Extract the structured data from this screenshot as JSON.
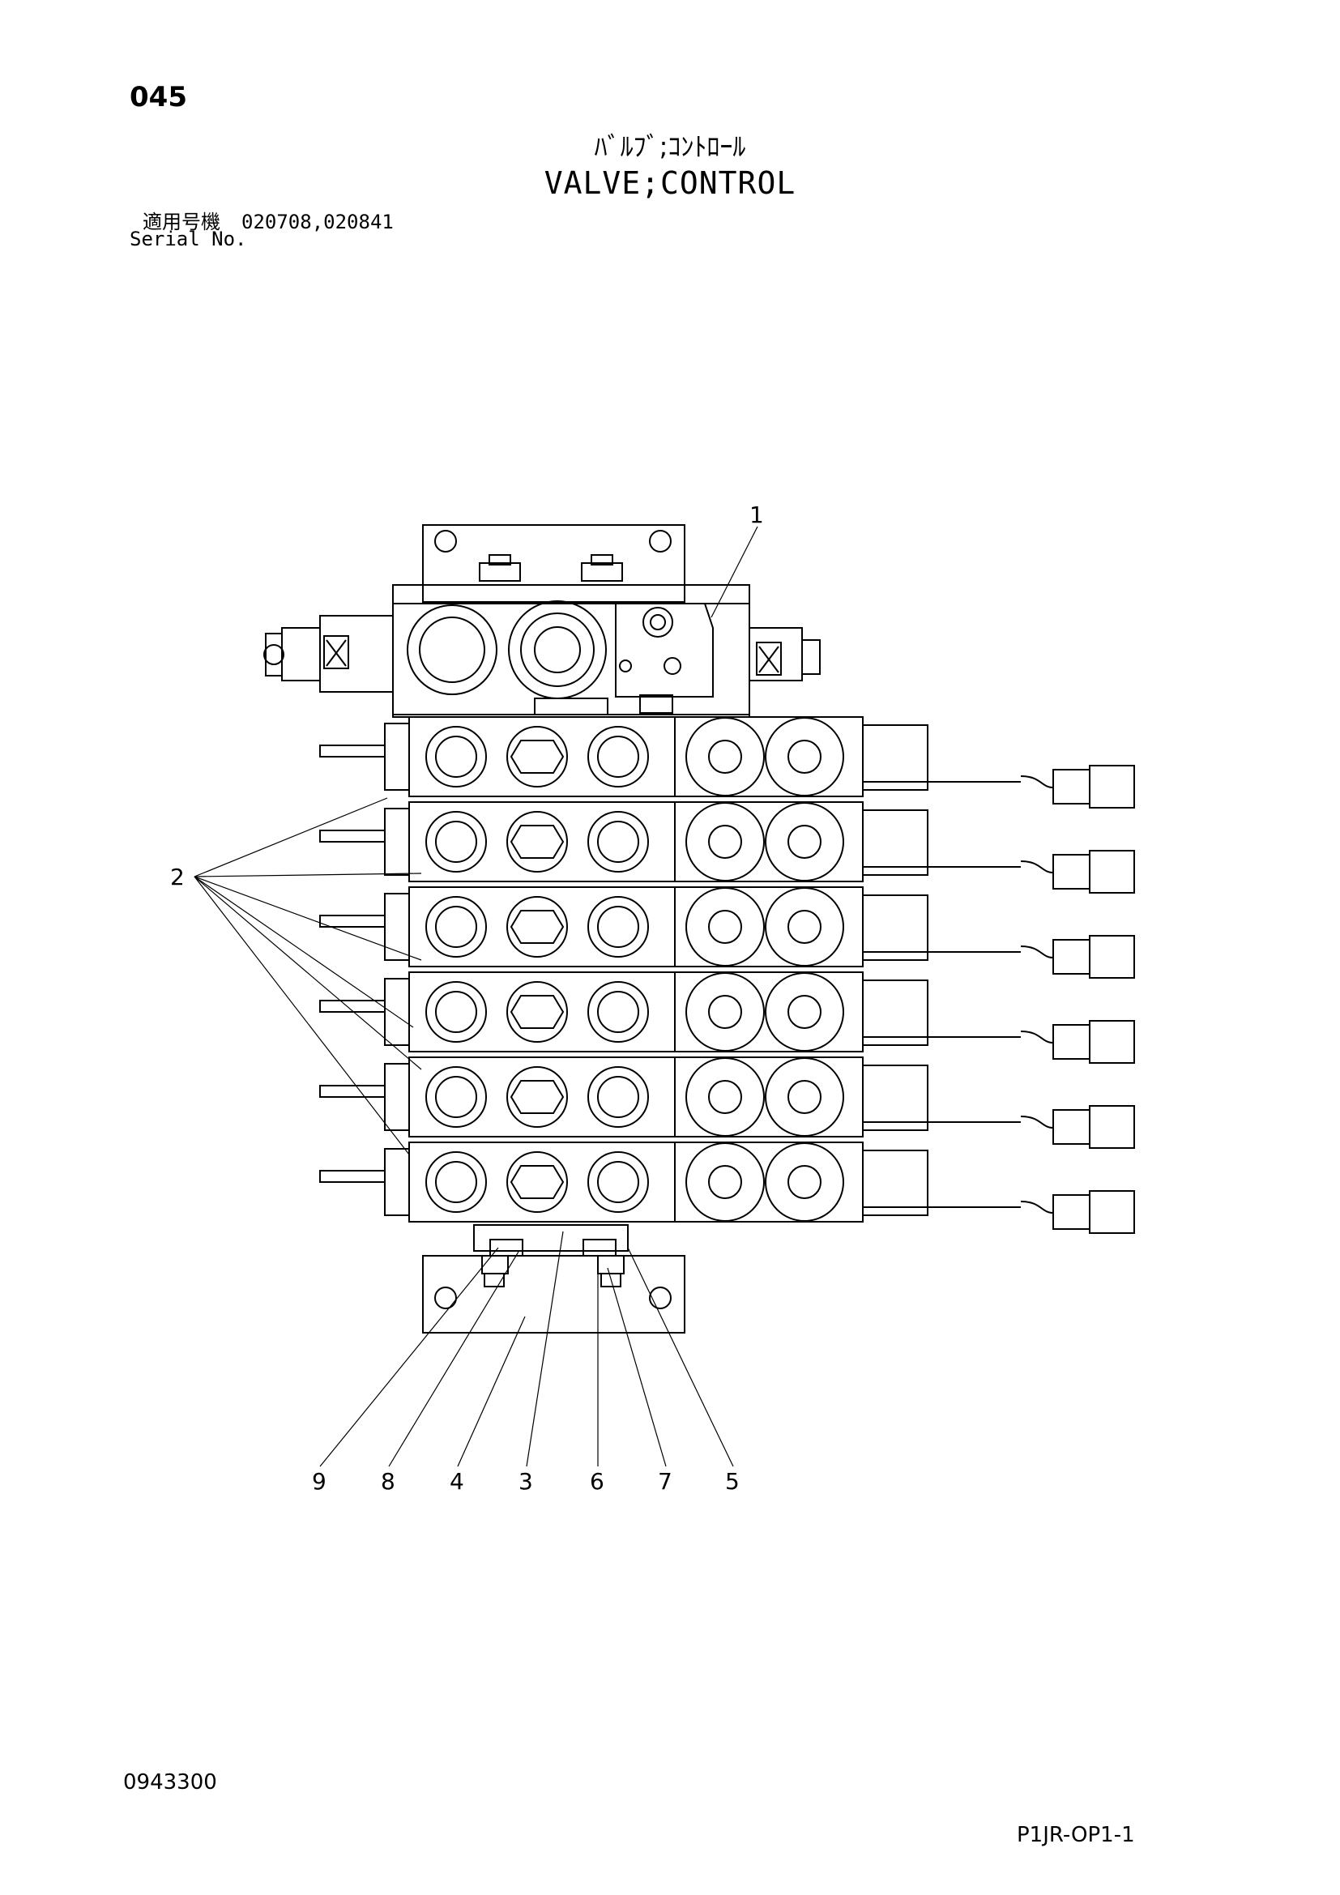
{
  "page": {
    "number": "045",
    "title_jp": "ﾊﾞﾙﾌﾞ;ｺﾝﾄﾛｰﾙ",
    "title_en": "VALVE;CONTROL",
    "serial_label_jp": "適用号機",
    "serial_values": "020708,020841",
    "serial_label_en": "Serial No.",
    "drawing_code": "0943300",
    "page_code": "P1JR-OP1-1"
  },
  "callouts": {
    "c1": "1",
    "c2": "2",
    "bottom": [
      "9",
      "8",
      "4",
      "3",
      "6",
      "7",
      "5"
    ]
  }
}
